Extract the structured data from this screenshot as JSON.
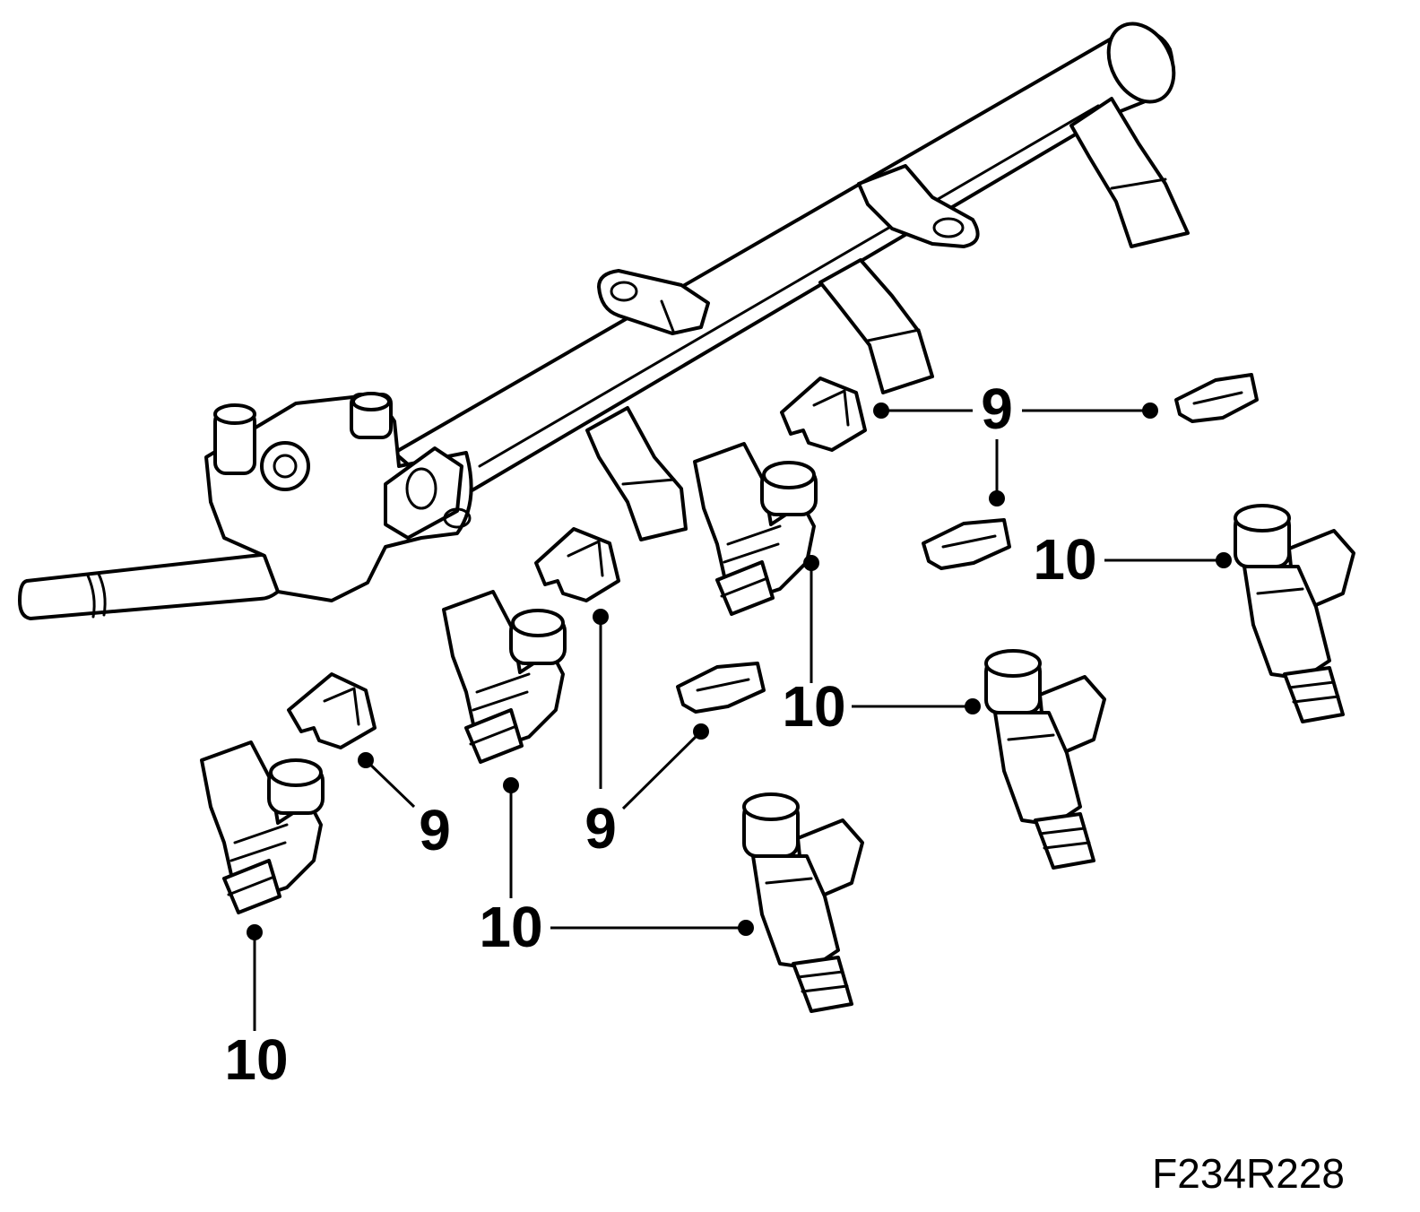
{
  "diagram": {
    "figure_id": "F234R228",
    "callouts": [
      {
        "id": "clip-1",
        "label": "9"
      },
      {
        "id": "clip-2",
        "label": "9"
      },
      {
        "id": "clip-3",
        "label": "9"
      },
      {
        "id": "injector-1",
        "label": "10"
      },
      {
        "id": "injector-2",
        "label": "10"
      },
      {
        "id": "injector-3",
        "label": "10"
      },
      {
        "id": "injector-4",
        "label": "10"
      },
      {
        "id": "injector-5",
        "label": "10"
      }
    ]
  }
}
